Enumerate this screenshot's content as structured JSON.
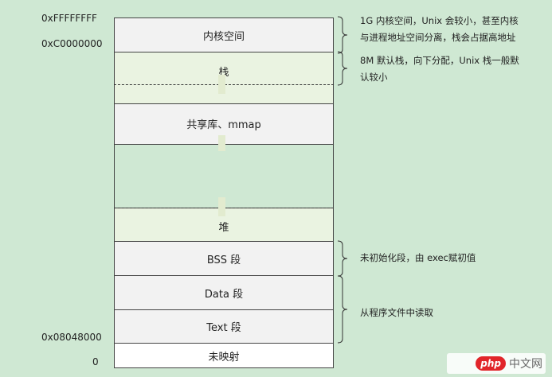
{
  "addresses": {
    "top": "0xFFFFFFFF",
    "kernel": "0xC0000000",
    "text": "0x08048000",
    "zero": "0"
  },
  "segments": {
    "kernel": "内核空间",
    "stack": "栈",
    "shared": "共享库、mmap",
    "heap": "堆",
    "bss": "BSS 段",
    "data": "Data 段",
    "text": "Text 段",
    "unmapped": "未映射"
  },
  "notes": {
    "kernel": "1G 内核空间，Unix 会较小，甚至内核\n与进程地址空间分离，栈会占据高地址",
    "stack": "8M 默认栈，向下分配，Unix 栈一般默\n认较小",
    "bss": "未初始化段，由 exec赋初值",
    "program": "从程序文件中读取"
  },
  "watermark": {
    "logo": "php",
    "text": "中文网"
  }
}
